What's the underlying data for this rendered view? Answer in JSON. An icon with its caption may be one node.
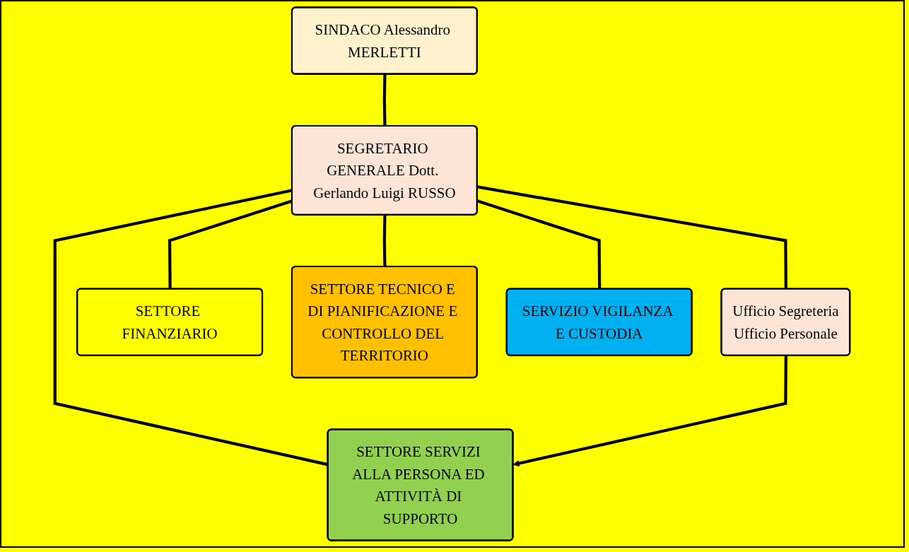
{
  "diagram": {
    "nodes": [
      {
        "text": [
          "SINDACO Alessandro MERLETTI"
        ]
      },
      {
        "text": [
          "SEGRETARIO GENERALE Dott. Gerlando Luigi RUSSO"
        ]
      },
      {
        "text": [
          "Ufficio Segreteria",
          "Ufficio Personale"
        ]
      },
      {
        "text": [
          "SETTORE SERVIZI ALLA PERSONA ED ATTIVITÀ DI SUPPORTO"
        ]
      },
      {
        "text": [
          "SETTORE FINANZIARIO"
        ]
      },
      {
        "text": [
          "SETTORE TECNICO E DI PIANIFICAZIONE E CONTROLLO DEL TERRITORIO"
        ]
      },
      {
        "text": [
          "SERVIZIO VIGILANZA E CUSTODIA"
        ]
      }
    ],
    "edges": [
      {
        "from": 0,
        "to": 1,
        "arrow": "none"
      },
      {
        "from": 1,
        "to": 2,
        "arrow": "none"
      },
      {
        "from": 1,
        "to": 3,
        "arrow": "none"
      },
      {
        "from": 1,
        "to": 4,
        "arrow": "none"
      },
      {
        "from": 1,
        "to": 5,
        "arrow": "none"
      },
      {
        "from": 1,
        "to": 6,
        "arrow": "none"
      },
      {
        "from": 2,
        "to": 3,
        "arrow": "to"
      }
    ]
  }
}
